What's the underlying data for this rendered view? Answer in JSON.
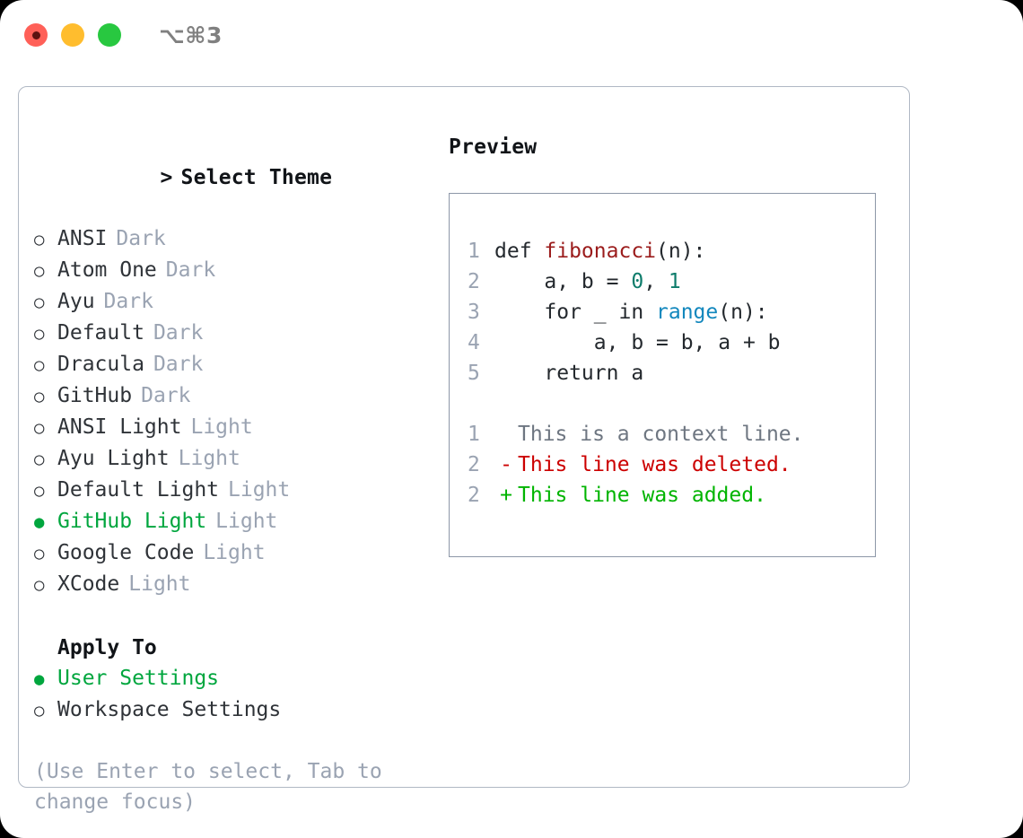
{
  "window": {
    "shortcut_hint": "⌥⌘3",
    "traffic_lights": {
      "close_label": "close",
      "minimize_label": "minimize",
      "maximize_label": "maximize"
    },
    "colors": {
      "close": "#FF6058",
      "minimize": "#FFBD2E",
      "maximize": "#28C840",
      "accent_green": "#00A63E",
      "muted": "#9AA3B2",
      "panel_border": "#B0B8C4",
      "preview_border": "#8D97A8",
      "diff_added": "#00B400",
      "diff_removed": "#CC0000",
      "syntax_function": "#9B1C1C",
      "syntax_number": "#0E7C6B",
      "syntax_call": "#1287BD"
    }
  },
  "theme_picker": {
    "caret": ">",
    "title": "Select Theme",
    "bullet_selected": "●",
    "bullet_unselected": "○",
    "items": [
      {
        "name": "ANSI",
        "tag": "Dark",
        "selected": false
      },
      {
        "name": "Atom One",
        "tag": "Dark",
        "selected": false
      },
      {
        "name": "Ayu",
        "tag": "Dark",
        "selected": false
      },
      {
        "name": "Default",
        "tag": "Dark",
        "selected": false
      },
      {
        "name": "Dracula",
        "tag": "Dark",
        "selected": false
      },
      {
        "name": "GitHub",
        "tag": "Dark",
        "selected": false
      },
      {
        "name": "ANSI Light",
        "tag": "Light",
        "selected": false
      },
      {
        "name": "Ayu Light",
        "tag": "Light",
        "selected": false
      },
      {
        "name": "Default Light",
        "tag": "Light",
        "selected": false
      },
      {
        "name": "GitHub Light",
        "tag": "Light",
        "selected": true
      },
      {
        "name": "Google Code",
        "tag": "Light",
        "selected": false
      },
      {
        "name": "XCode",
        "tag": "Light",
        "selected": false
      }
    ]
  },
  "apply_to": {
    "title": "Apply To",
    "options": [
      {
        "label": "User Settings",
        "selected": true
      },
      {
        "label": "Workspace Settings",
        "selected": false
      }
    ]
  },
  "help": {
    "text": "(Use Enter to select, Tab to change focus)"
  },
  "preview": {
    "title": "Preview",
    "code_lines": [
      {
        "num": "1",
        "tokens": [
          {
            "text": "def ",
            "type": "plain"
          },
          {
            "text": "fibonacci",
            "type": "fn"
          },
          {
            "text": "(n):",
            "type": "plain"
          }
        ]
      },
      {
        "num": "2",
        "tokens": [
          {
            "text": "    a, b = ",
            "type": "plain"
          },
          {
            "text": "0",
            "type": "num"
          },
          {
            "text": ", ",
            "type": "plain"
          },
          {
            "text": "1",
            "type": "num"
          }
        ]
      },
      {
        "num": "3",
        "tokens": [
          {
            "text": "    for _ in ",
            "type": "plain"
          },
          {
            "text": "range",
            "type": "call"
          },
          {
            "text": "(n):",
            "type": "plain"
          }
        ]
      },
      {
        "num": "4",
        "tokens": [
          {
            "text": "        a, b = b, a + b",
            "type": "plain"
          }
        ]
      },
      {
        "num": "5",
        "tokens": [
          {
            "text": "    return a",
            "type": "plain"
          }
        ]
      }
    ],
    "diff_lines": [
      {
        "num": "1",
        "mark": " ",
        "text": "This is a context line.",
        "kind": "context"
      },
      {
        "num": "2",
        "mark": "-",
        "text": "This line was deleted.",
        "kind": "removed"
      },
      {
        "num": "2",
        "mark": "+",
        "text": "This line was added.",
        "kind": "added"
      }
    ]
  }
}
